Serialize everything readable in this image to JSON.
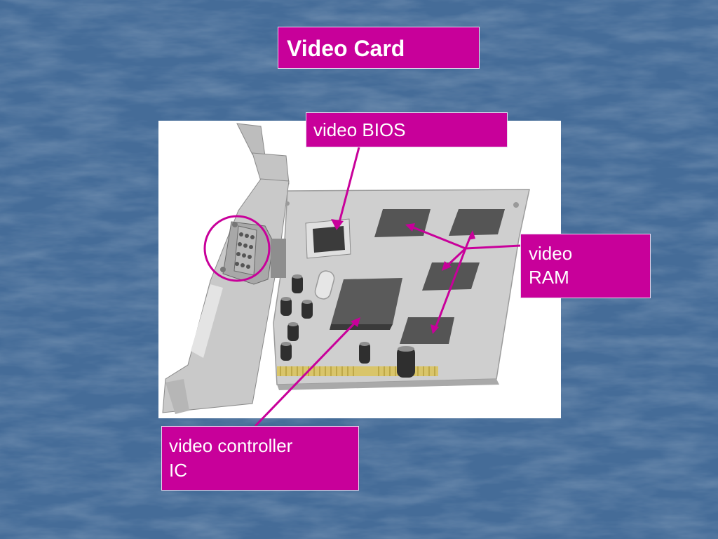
{
  "colors": {
    "background": "#456c98",
    "accent": "#c8009a",
    "board": "#cfcfcf",
    "chip": "#4f4f4f"
  },
  "slide": {
    "title": "Video Card",
    "labels": {
      "video_bios": "video BIOS",
      "video_ram_line1": "video",
      "video_ram_line2": "RAM",
      "video_controller_line1": "video controller",
      "video_controller_line2": "IC"
    }
  }
}
